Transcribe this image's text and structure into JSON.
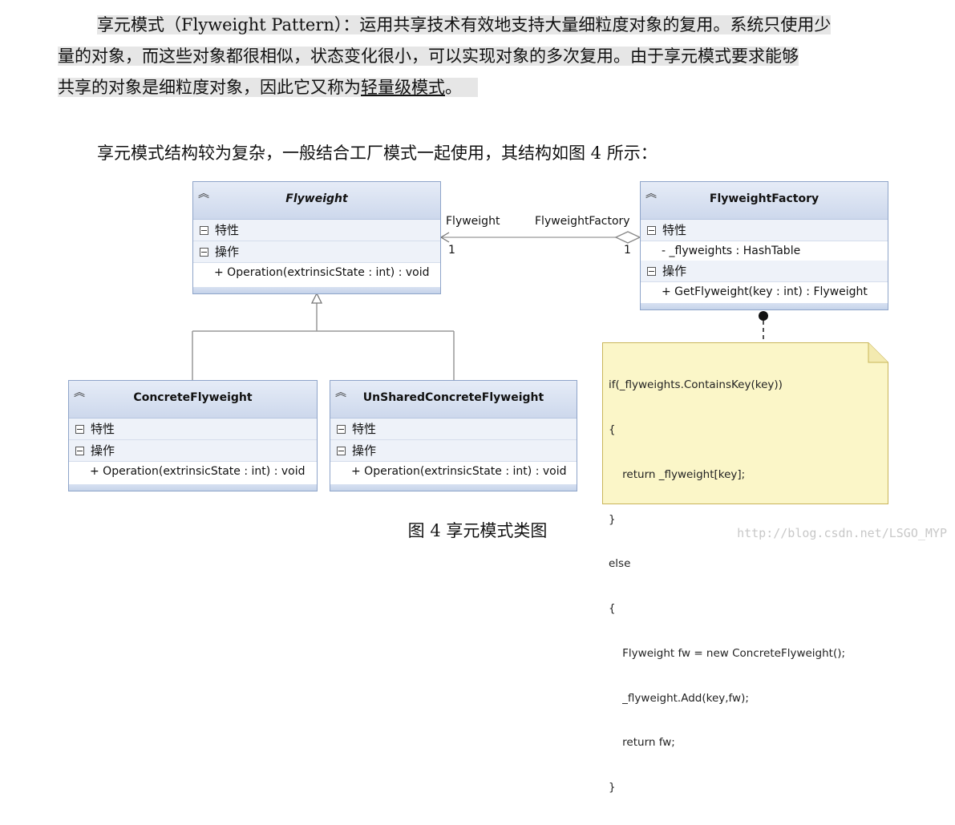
{
  "intro": {
    "line1": "享元模式（Flyweight Pattern）：运用共享技术有效地支持大量细粒度对象的复用。系统只使用少",
    "line2": "量的对象，而这些对象都很相似，状态变化很小，可以实现对象的多次复用。由于享元模式要求能够",
    "line3_pre": "共享的对象是细粒度对象，因此它又称为",
    "line3_term": "轻量级模式",
    "line3_post": "。"
  },
  "structure_text": "享元模式结构较为复杂，一般结合工厂模式一起使用，其结构如图 4 所示：",
  "classes": {
    "flyweight": {
      "name": "Flyweight",
      "attr_section": "特性",
      "op_section": "操作",
      "ops": [
        "+ Operation(extrinsicState : int) : void"
      ]
    },
    "factory": {
      "name": "FlyweightFactory",
      "attr_section": "特性",
      "attrs": [
        "- _flyweights : HashTable"
      ],
      "op_section": "操作",
      "ops": [
        "+ GetFlyweight(key : int) : Flyweight"
      ]
    },
    "concrete": {
      "name": "ConcreteFlyweight",
      "attr_section": "特性",
      "op_section": "操作",
      "ops": [
        "+ Operation(extrinsicState : int) : void"
      ]
    },
    "unshared": {
      "name": "UnSharedConcreteFlyweight",
      "attr_section": "特性",
      "op_section": "操作",
      "ops": [
        "+ Operation(extrinsicState : int) : void"
      ]
    }
  },
  "association": {
    "left_role": "Flyweight",
    "left_mult": "1",
    "right_role": "FlyweightFactory",
    "right_mult": "1"
  },
  "note_lines": [
    "if(_flyweights.ContainsKey(key))",
    "{",
    "    return _flyweight[key];",
    "}",
    "else",
    "{",
    "    Flyweight fw = new ConcreteFlyweight();",
    "    _flyweight.Add(key,fw);",
    "    return fw;",
    "}"
  ],
  "caption": "图 4  享元模式类图",
  "watermark": "http://blog.csdn.net/LSGO_MYP",
  "colors": {
    "class_border": "#8ea4c9",
    "note_fill": "#fbf6c8",
    "note_border": "#c9b55a"
  }
}
